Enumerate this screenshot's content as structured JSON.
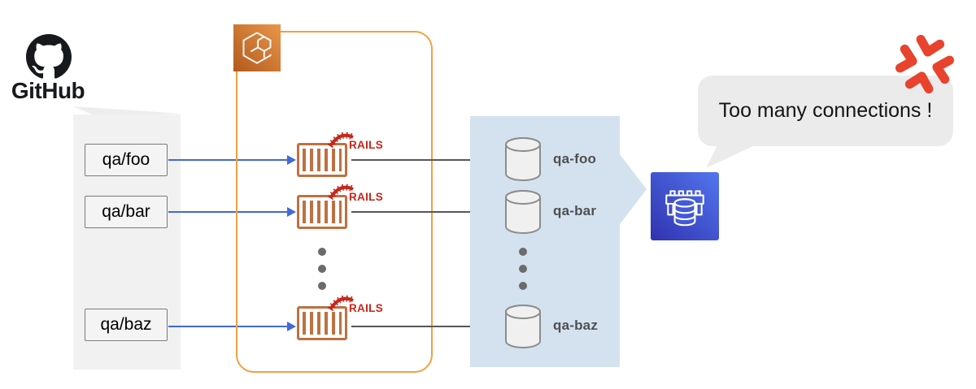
{
  "github": {
    "label": "GitHub",
    "icon": "github-octocat-icon"
  },
  "source_repos": {
    "items": [
      {
        "label": "qa/foo"
      },
      {
        "label": "qa/bar"
      },
      {
        "label": "qa/baz"
      }
    ]
  },
  "ecs_cluster": {
    "icon": "aws-ecs-icon",
    "rails_rows": [
      {
        "logo": "RAILS"
      },
      {
        "logo": "RAILS"
      },
      {
        "logo": "RAILS"
      }
    ]
  },
  "databases": {
    "items": [
      {
        "label": "qa-foo"
      },
      {
        "label": "qa-bar"
      },
      {
        "label": "qa-baz"
      }
    ]
  },
  "rds_proxy": {
    "icon": "aws-rds-proxy-icon"
  },
  "speech_bubble": {
    "text": "Too many connections !",
    "icon": "anger-symbol-icon"
  },
  "colors": {
    "orange_border": "#f0a144",
    "ecs_gradient_start": "#b25a1e",
    "ecs_gradient_end": "#e9964a",
    "rails_red": "#c7261a",
    "crate_orange": "#bf7040",
    "blue_arrow": "#4169d8",
    "gray_arrow": "#575757",
    "panel_gray": "#f1f1f1",
    "panel_blue": "#d4e2f0",
    "bubble_gray": "#ebebeb",
    "anger_red": "#e8432d",
    "rds_gradient_start": "#3132b0",
    "rds_gradient_end": "#5276ee",
    "github_black": "#17191c"
  }
}
